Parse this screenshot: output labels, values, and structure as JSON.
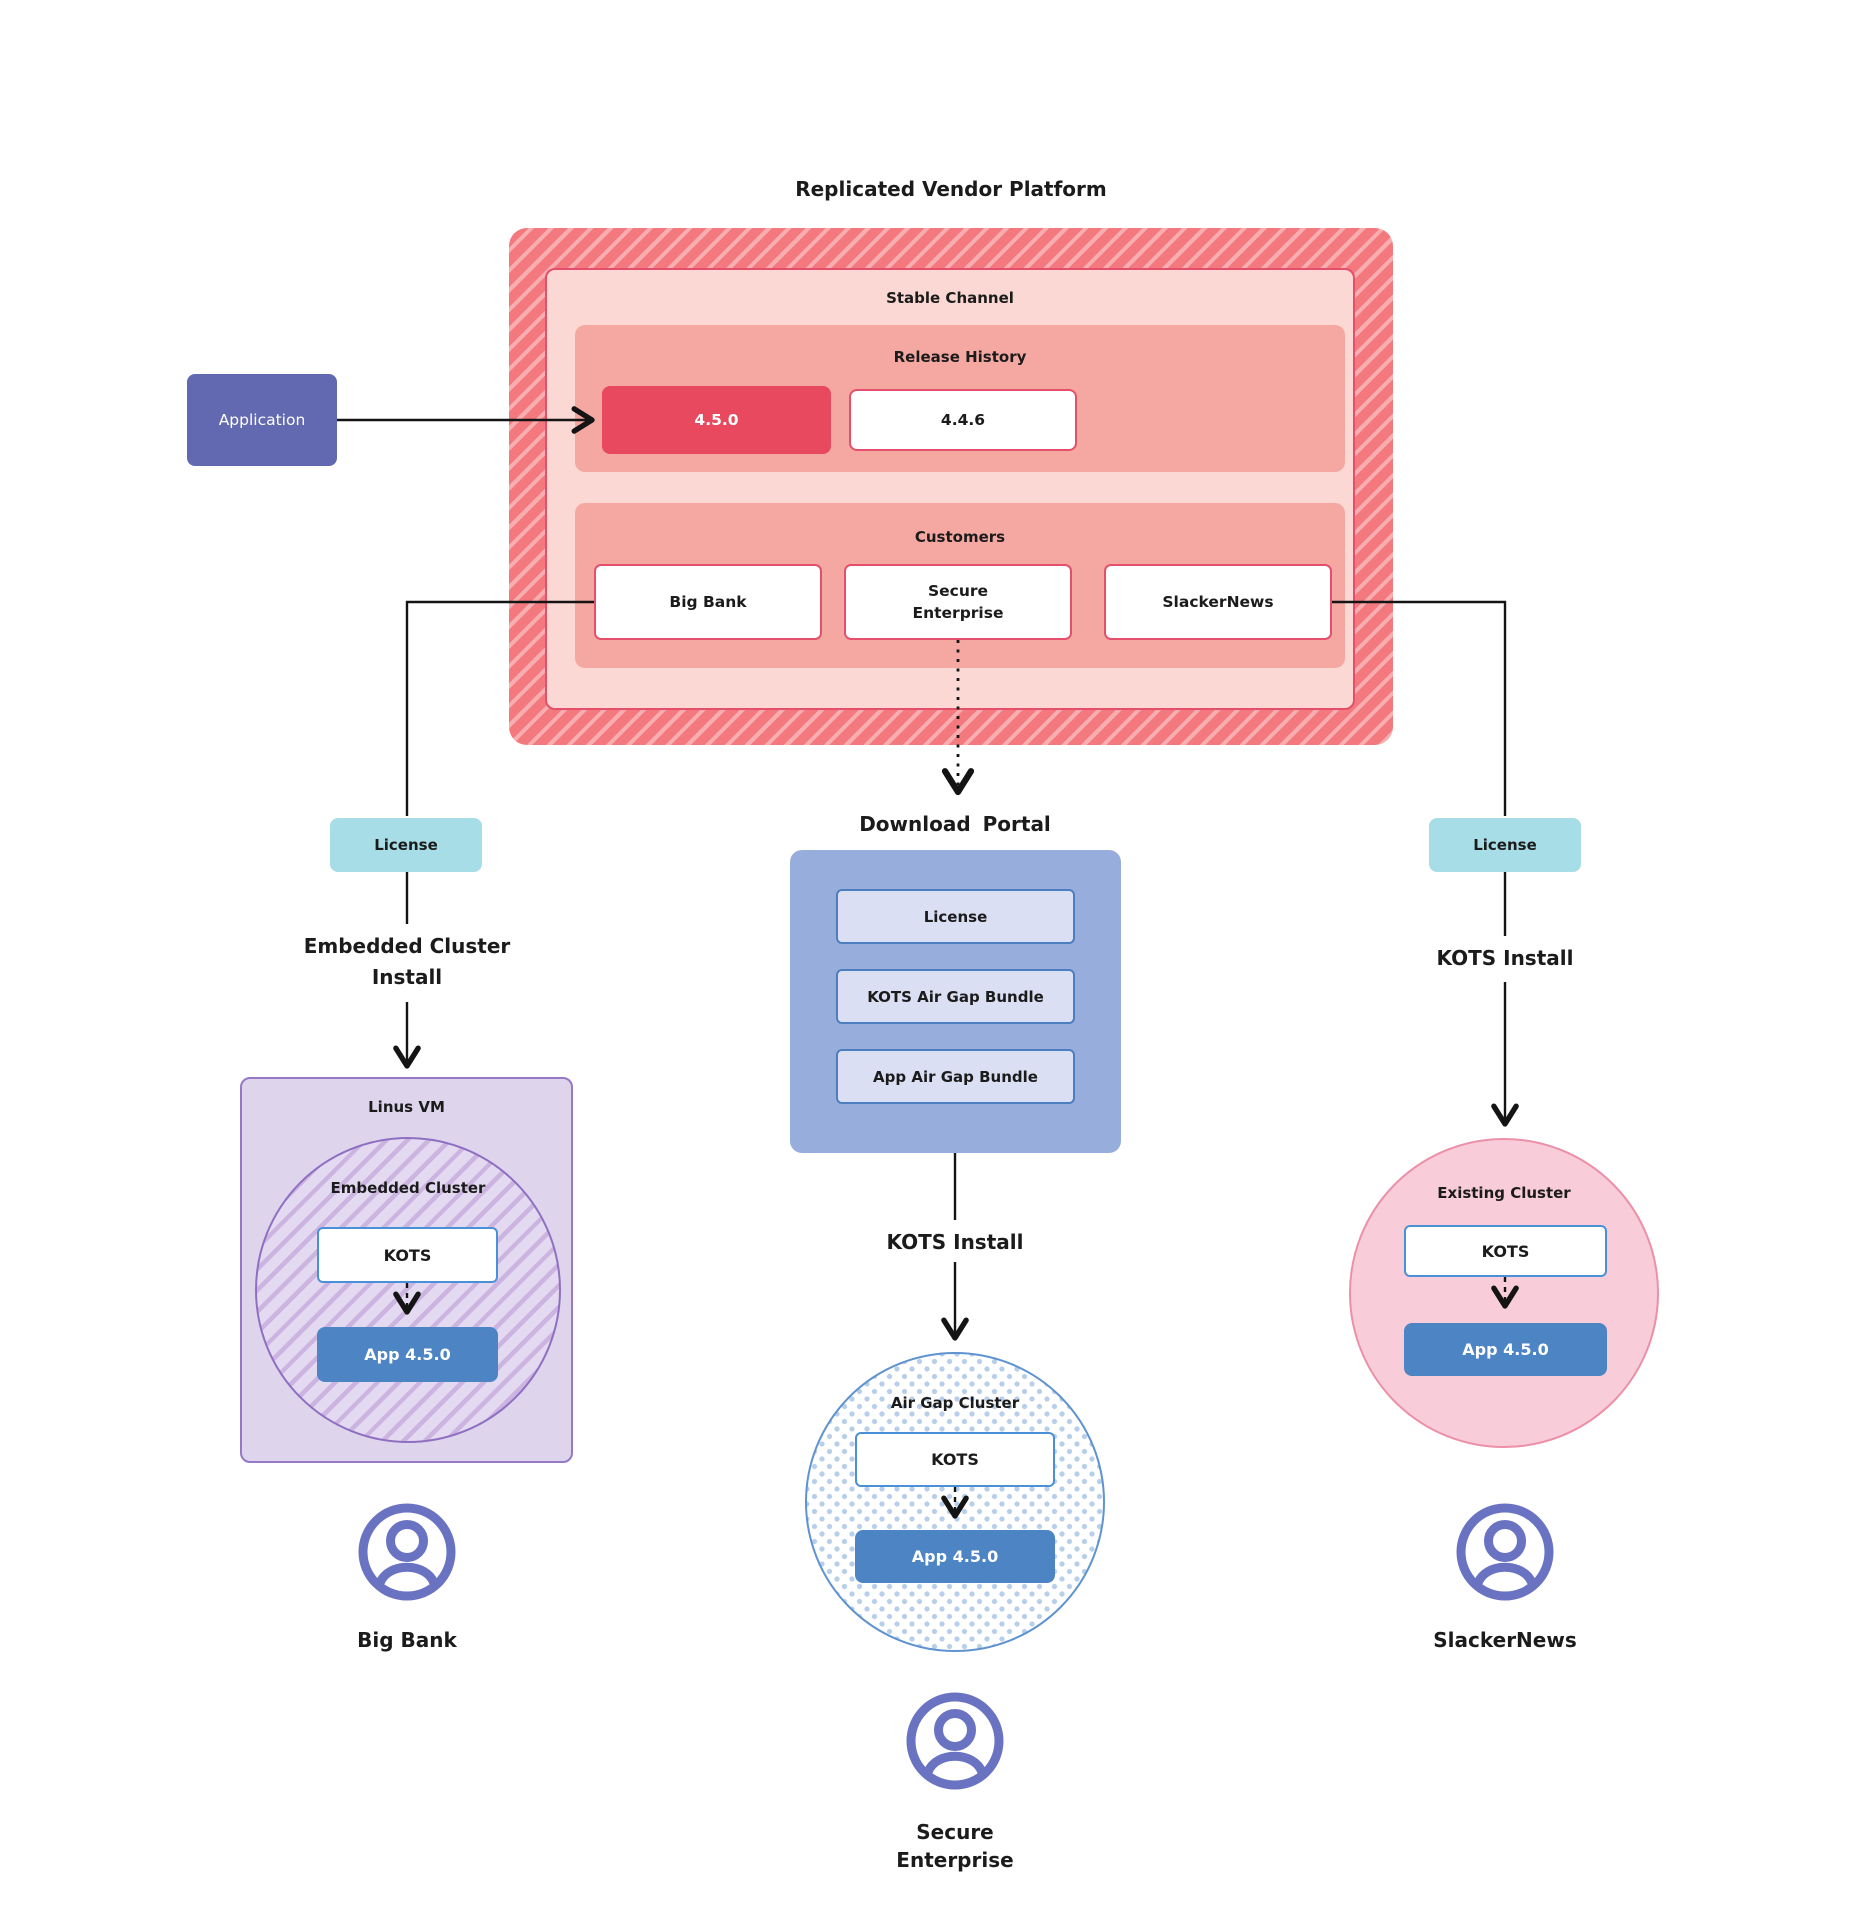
{
  "title": "Replicated Vendor Platform",
  "platform": {
    "stable_channel": {
      "label": "Stable Channel",
      "release_history": {
        "label": "Release History",
        "releases": [
          {
            "version": "4.5.0",
            "highlight": true
          },
          {
            "version": "4.4.6",
            "highlight": false
          }
        ]
      },
      "customers": {
        "label": "Customers",
        "items": [
          "Big Bank",
          "Secure Enterprise",
          "SlackerNews"
        ]
      }
    }
  },
  "application": {
    "label": "Application"
  },
  "branch_left": {
    "license_label": "License",
    "install_label": "Embedded Cluster Install",
    "vm": {
      "label": "Linus VM",
      "cluster_label": "Embedded Cluster",
      "kots_label": "KOTS",
      "app_label": "App 4.5.0"
    },
    "customer_name": "Big Bank"
  },
  "branch_middle": {
    "portal": {
      "label": "Download Portal",
      "items": [
        "License",
        "KOTS Air Gap Bundle",
        "App Air Gap Bundle"
      ]
    },
    "install_label": "KOTS Install",
    "cluster": {
      "label": "Air Gap Cluster",
      "kots_label": "KOTS",
      "app_label": "App 4.5.0"
    },
    "customer_name": "Secure Enterprise"
  },
  "branch_right": {
    "license_label": "License",
    "install_label": "KOTS Install",
    "cluster": {
      "label": "Existing Cluster",
      "kots_label": "KOTS",
      "app_label": "App 4.5.0"
    },
    "customer_name": "SlackerNews"
  },
  "colors": {
    "platform_hatch_base": "#f3797e",
    "platform_hatch_stripe": "#f8aeb1",
    "stable_channel_bg": "#fbd8d3",
    "panel_pink": "#f5a8a2",
    "release_current": "#e8495f",
    "red_border": "#e4506b",
    "application_purple": "#6269b1",
    "license_teal": "#a7dde7",
    "portal_blue": "#97aedd",
    "portal_item_bg": "#dbdff3",
    "app_version_blue": "#4c84c4",
    "kots_border_blue": "#4a90d9",
    "vm_purple_bg": "#ded5ed",
    "vm_purple_border": "#9678c4",
    "existing_cluster_pink": "#f8cdd9",
    "user_icon_purple": "#6a73c1",
    "line_black": "#141414"
  }
}
